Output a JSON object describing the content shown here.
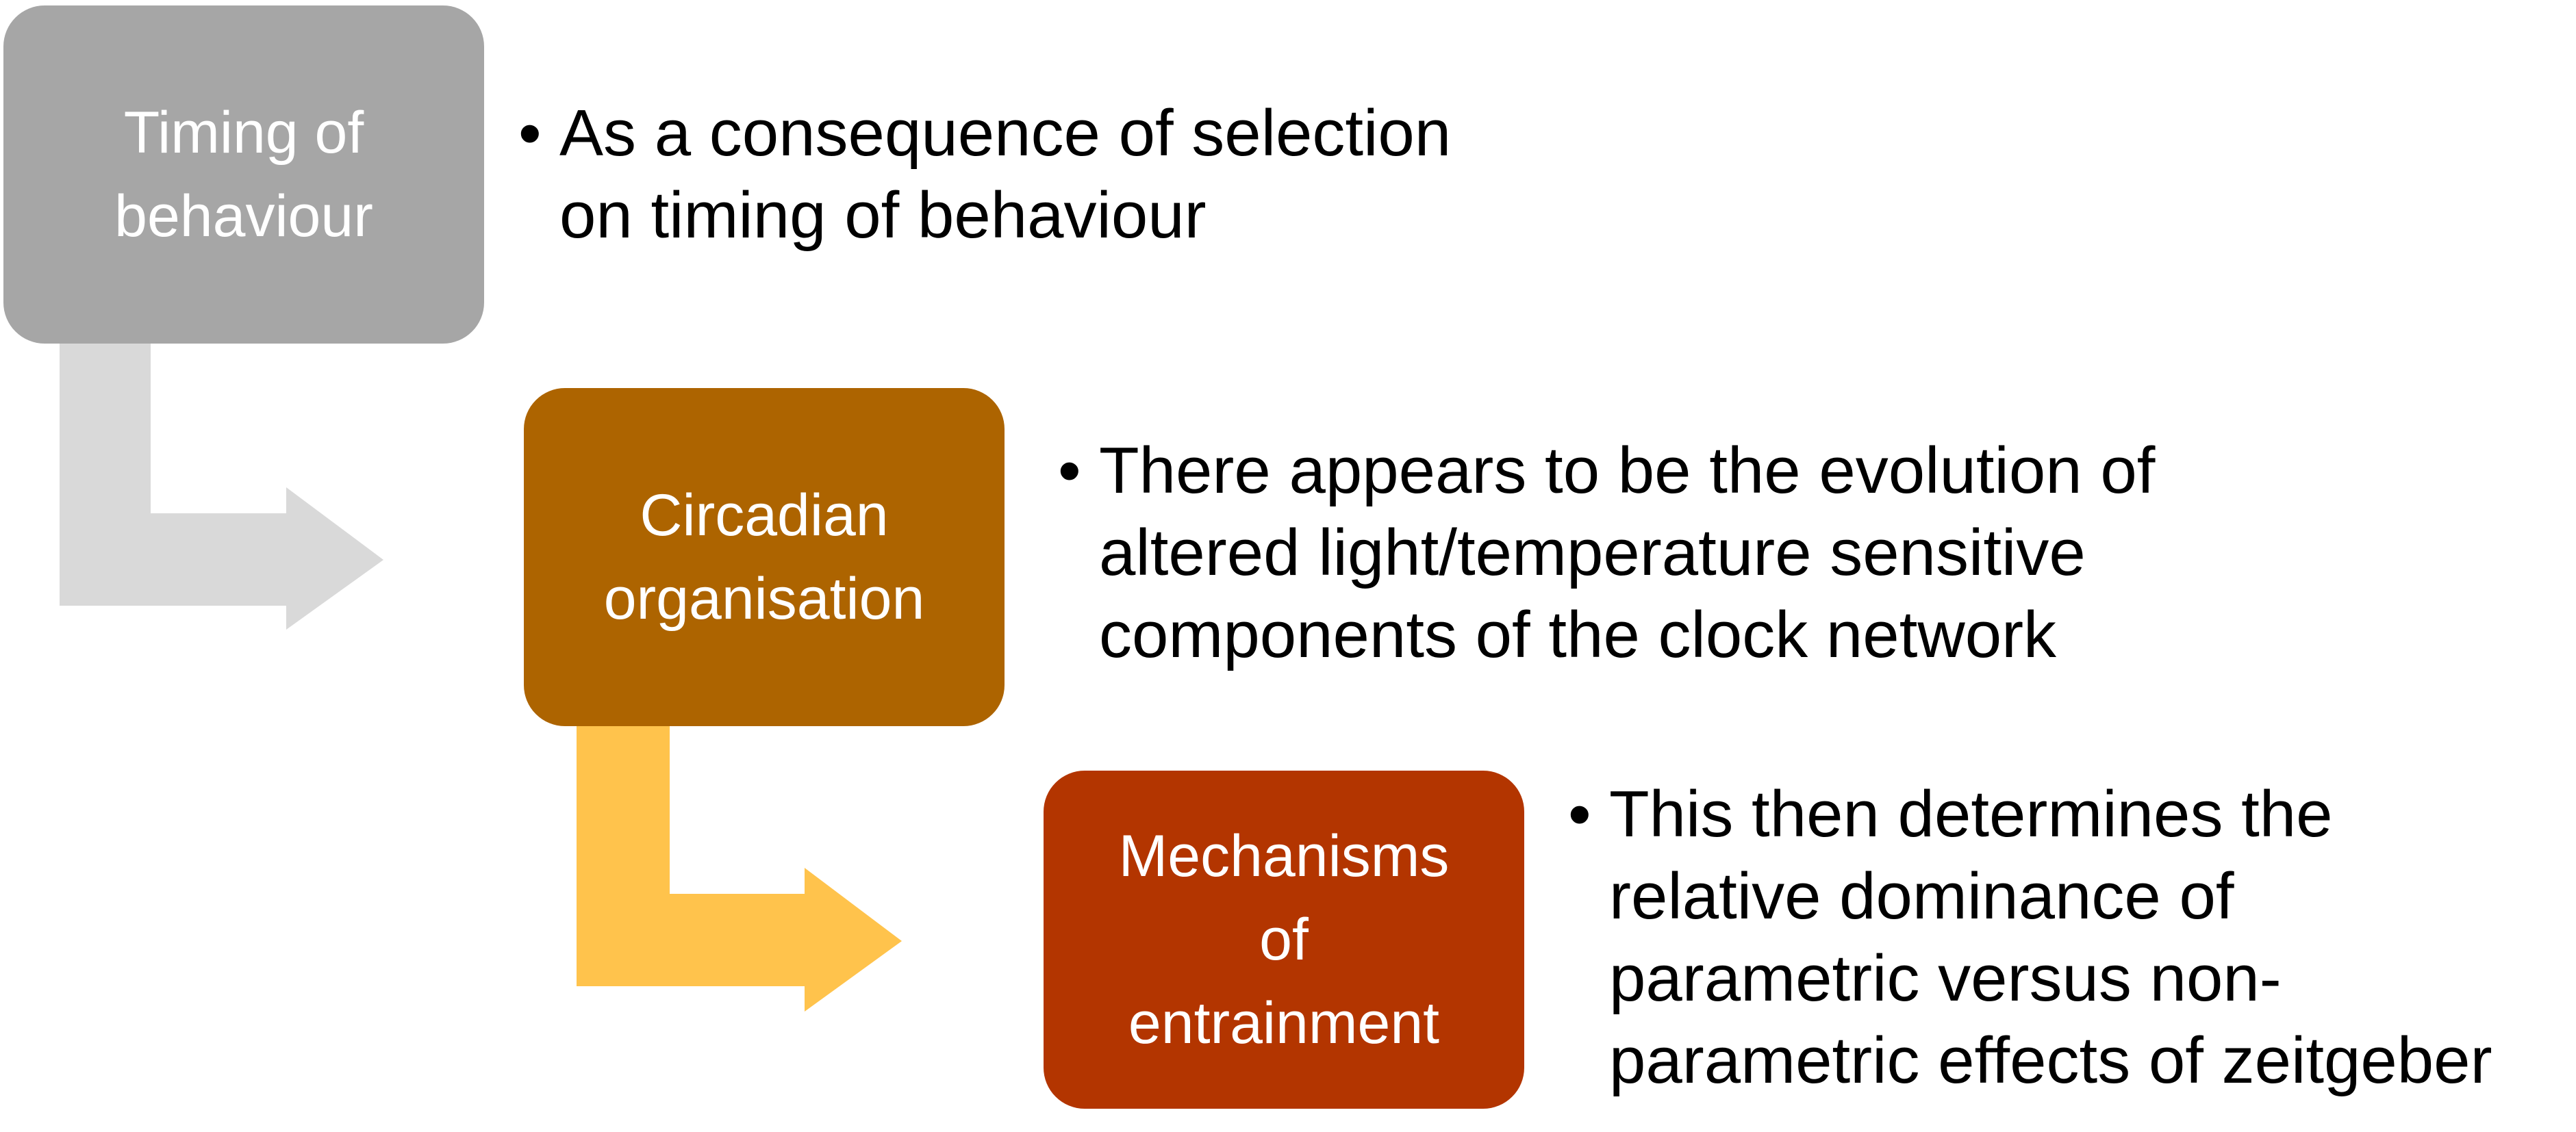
{
  "steps": [
    {
      "label": "Timing of\nbehaviour",
      "color": "#a6a6a6",
      "bullet": "As a consequence of selection\non timing of behaviour"
    },
    {
      "label": "Circadian\norganisation",
      "color": "#ad6400",
      "bullet": "There appears to be the evolution of\naltered light/temperature sensitive\ncomponents of the clock network"
    },
    {
      "label": "Mechanisms\nof\nentrainment",
      "color": "#b33500",
      "bullet": "This then determines the\nrelative dominance of\nparametric versus non-\nparametric effects of zeitgeber"
    }
  ],
  "bullet_symbol": "•",
  "arrows": [
    {
      "from": "Timing of behaviour",
      "to": "Circadian organisation",
      "color": "#d9d9d9"
    },
    {
      "from": "Circadian organisation",
      "to": "Mechanisms of entrainment",
      "color": "#ffc34c"
    }
  ]
}
